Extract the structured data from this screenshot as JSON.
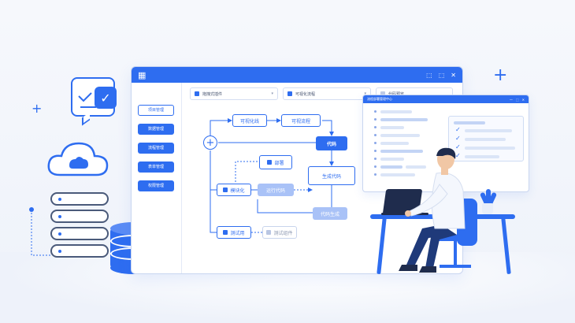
{
  "colors": {
    "accent": "#2e6df0",
    "accent_soft": "#a9c2f7",
    "ink": "#1f2c4d",
    "bg": "#f6f8fc"
  },
  "icons": {
    "app_grid": "grid-icon",
    "plus": "plus-icon",
    "check": "check-icon",
    "cloud": "cloud-icon",
    "server": "server-icon",
    "database": "database-icon"
  },
  "window": {
    "app_glyph": "▦",
    "controls": [
      "⬚",
      "⬚",
      "✕"
    ],
    "toolbar": [
      {
        "label": "拖拽式插件",
        "caret": "▾"
      },
      {
        "label": "可视化流程",
        "caret": "▾"
      },
      {
        "label": "代码预览"
      }
    ],
    "sidebar": [
      {
        "label": "项目管理",
        "style": "outline"
      },
      {
        "label": "数据管理",
        "style": "fill"
      },
      {
        "label": "流程管理",
        "style": "fill"
      },
      {
        "label": "表单管理",
        "style": "fill"
      },
      {
        "label": "权限管理",
        "style": "fill"
      }
    ],
    "flow": {
      "plus": "+",
      "node_visual": "可视化线",
      "node_flow": "可视流程",
      "node_code": "代码",
      "node_deploy": "部署",
      "node_gen_code": "生成代码",
      "node_module": "模块化",
      "node_run_code": "运行代码",
      "node_output": "代码生成",
      "node_test": "测试用",
      "node_test2": "测试组件"
    }
  },
  "panel2": {
    "title": "流程部署管理中心",
    "controls": [
      "—",
      "⬚",
      "✕"
    ],
    "checks": [
      "✓",
      "✓",
      "✓",
      "✓"
    ]
  },
  "bubble": {
    "check": "✓"
  }
}
